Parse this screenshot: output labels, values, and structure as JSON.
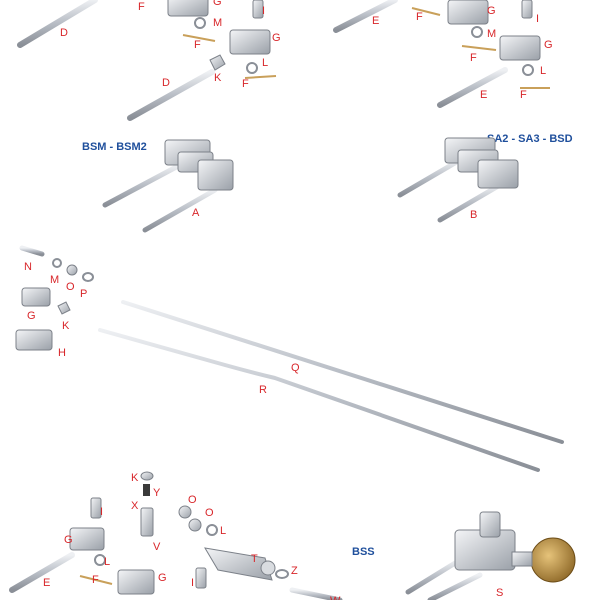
{
  "titles": {
    "bsm": "BSM - BSM2",
    "sa": "SA2 - SA3 - BSD",
    "bss": "BSS"
  },
  "labels": {
    "top_left": [
      "D",
      "F",
      "G",
      "M",
      "I",
      "F",
      "G",
      "L",
      "K",
      "F",
      "D"
    ],
    "top_right": [
      "E",
      "F",
      "G",
      "I",
      "M",
      "G",
      "F",
      "L",
      "E",
      "F"
    ],
    "mid": [
      "A",
      "B"
    ],
    "hardware": [
      "N",
      "M",
      "O",
      "P",
      "G",
      "K",
      "H"
    ],
    "rods": [
      "Q",
      "R"
    ],
    "bottom": [
      "K",
      "Y",
      "X",
      "V",
      "O",
      "O",
      "L",
      "I",
      "G",
      "L",
      "E",
      "F",
      "G",
      "T",
      "Z",
      "W",
      "I",
      "S"
    ]
  },
  "colors": {
    "label": "#d8262a",
    "title": "#1f4f9c",
    "metal": "#c9ccd1",
    "brass": "#b48a3c"
  }
}
